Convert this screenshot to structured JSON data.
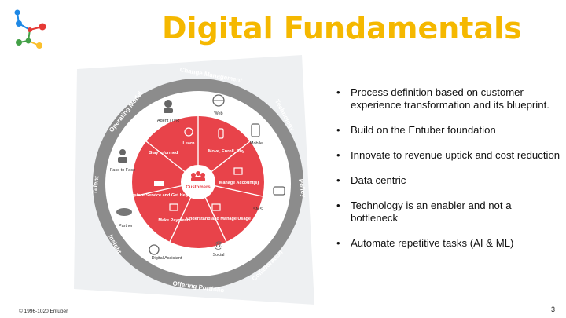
{
  "slide": {
    "title": "Digital Fundamentals",
    "copyright": "© 1996-1020 Entuber",
    "page_number": "3"
  },
  "logo": {
    "icon": "molecule-logo-icon",
    "colors": [
      "#1e88e5",
      "#e53935",
      "#43a047",
      "#fbc02d"
    ]
  },
  "diagram": {
    "outer_ring": {
      "top": "Change Management",
      "top_right": "Technology",
      "right": "Policy",
      "bottom_right": "Collaboration",
      "bottom": "Offering Portfolio",
      "bottom_left": "Insight",
      "left": "Talent",
      "top_left": "Operating Model"
    },
    "channels": {
      "agent": "Agent / IVR",
      "web": "Web",
      "mobile": "Mobile",
      "sms": "SMS",
      "social": "Social",
      "digital_assistant": "Digital Assistant",
      "partner": "Partner",
      "face_to_face": "Face to Face"
    },
    "center": "Customers",
    "segments": {
      "learn": "Learn",
      "move": "Move, Enroll, Buy",
      "manage_account": "Manage Account(s)",
      "understand": "Understand and Manage Usage",
      "make_payments": "Make Payments",
      "restore": "Restore Service and Get Help",
      "stay_informed": "Stay Informed"
    },
    "colors": {
      "ring": "#8c8c8c",
      "inner": "#e8434a",
      "panel": "#eef0f2"
    }
  },
  "bullets": [
    "Process definition based on customer experience transformation and its blueprint.",
    "Build on the Entuber foundation",
    "Innovate to revenue uptick and cost reduction",
    "Data centric",
    "Technology is an enabler and not a bottleneck",
    "Automate repetitive tasks (AI & ML)"
  ]
}
